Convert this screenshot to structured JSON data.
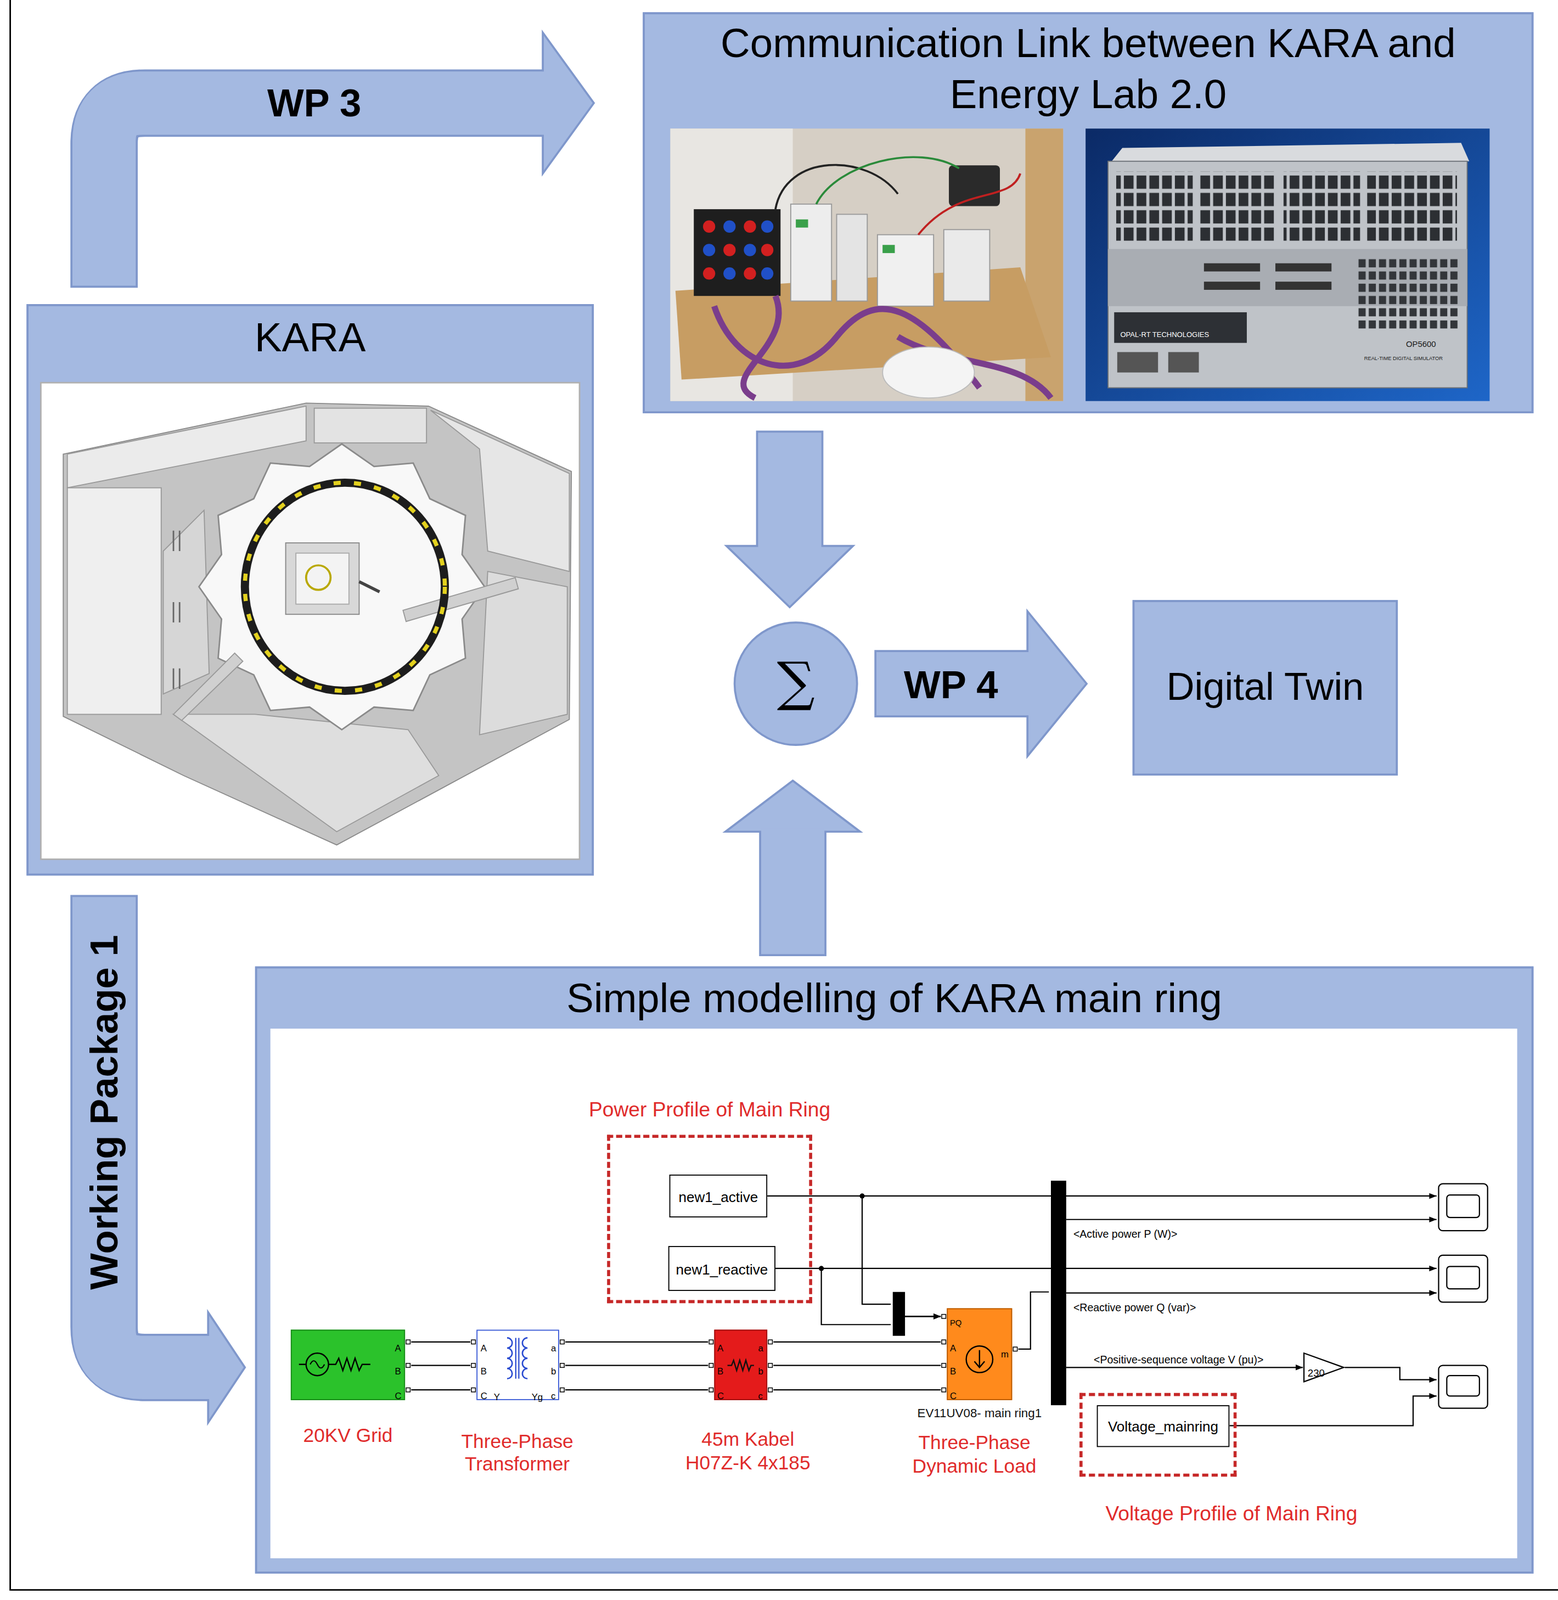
{
  "diagram": {
    "nodes": [
      {
        "text": [
          "Communication Link between KARA and Energy Lab 2.0"
        ]
      },
      {
        "text": [
          "KARA"
        ]
      },
      {
        "text": [
          "∑"
        ]
      },
      {
        "text": [
          "Digital Twin"
        ]
      },
      {
        "text": [
          "Simple modelling of KARA main ring"
        ]
      },
      {
        "text": [
          "Power Profile of Main Ring"
        ],
        "in": 4
      },
      {
        "text": [
          "new1_active"
        ],
        "in": 5
      },
      {
        "text": [
          "new1_reactive"
        ],
        "in": 5
      },
      {
        "text": [
          "20KV Grid"
        ],
        "in": 4
      },
      {
        "text": [
          "Three-Phase Transformer"
        ],
        "in": 4
      },
      {
        "text": [
          "45m Kabel H07Z-K 4x185"
        ],
        "in": 4
      },
      {
        "text": [
          "EV11UV08- main ring1",
          "Three-Phase Dynamic Load"
        ],
        "in": 4
      },
      {
        "text": [
          "230"
        ],
        "in": 4
      },
      {
        "text": [
          "Voltage Profile of Main Ring"
        ],
        "in": 4
      },
      {
        "text": [
          "Voltage_mainring"
        ],
        "in": 13
      }
    ],
    "edges": [
      {
        "from": 1,
        "to": 0,
        "arrow": "to",
        "label": "WP 3"
      },
      {
        "from": 0,
        "to": 2,
        "arrow": "to"
      },
      {
        "from": 4,
        "to": 2,
        "arrow": "to"
      },
      {
        "from": 2,
        "to": 3,
        "arrow": "to",
        "label": "WP 4"
      },
      {
        "from": 1,
        "to": 4,
        "arrow": "to",
        "label": "Working Package 1"
      },
      {
        "from": 8,
        "to": 9,
        "arrow": "none"
      },
      {
        "from": 9,
        "to": 10,
        "arrow": "none"
      },
      {
        "from": 10,
        "to": 11,
        "arrow": "none"
      },
      {
        "from": 6,
        "to": 11,
        "arrow": "to"
      },
      {
        "from": 7,
        "to": 11,
        "arrow": "to"
      },
      {
        "from": 11,
        "to": 12,
        "arrow": "to",
        "label": "<Positive-sequence voltage V (pu)>"
      }
    ],
    "labels": [
      "<Active power P (W)>",
      "<Reactive power Q (var)>",
      "OPAL-RT TECHNOLOGIES",
      "OP5600",
      "REAL-TIME DIGITAL SIMULATOR",
      "A",
      "B",
      "C",
      "A",
      "B",
      "C",
      "a",
      "b",
      "c",
      "Y",
      "Yg",
      "A",
      "B",
      "C",
      "a",
      "b",
      "c",
      "PQ",
      "A",
      "B",
      "C",
      "m"
    ]
  }
}
